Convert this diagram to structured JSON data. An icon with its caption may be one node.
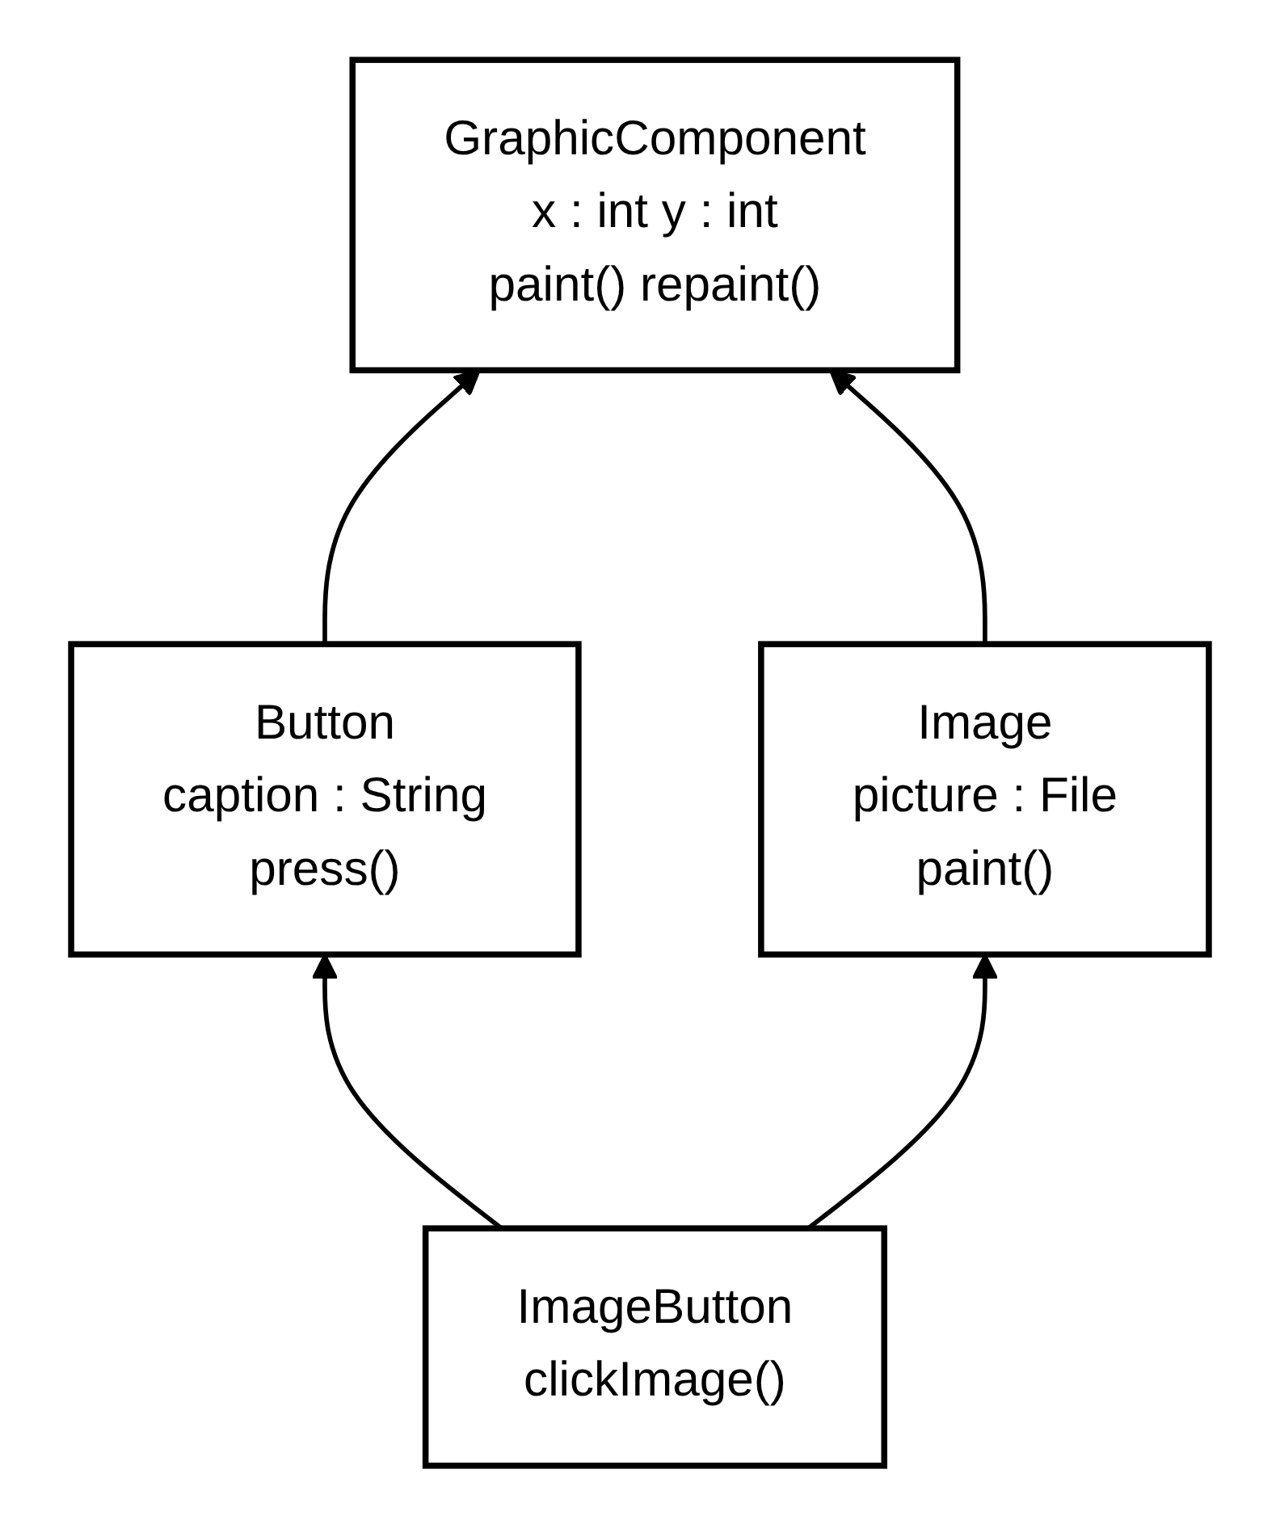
{
  "diagram": {
    "nodes": [
      {
        "text": [
          "GraphicComponent",
          "x : int y : int",
          "paint() repaint()"
        ]
      },
      {
        "text": [
          "Button",
          "caption : String",
          "press()"
        ]
      },
      {
        "text": [
          "Image",
          "picture : File",
          "paint()"
        ]
      },
      {
        "text": [
          "ImageButton",
          "clickImage()"
        ]
      }
    ],
    "edges": [
      {
        "from": 1,
        "to": 0,
        "arrow": "to"
      },
      {
        "from": 2,
        "to": 0,
        "arrow": "to"
      },
      {
        "from": 3,
        "to": 1,
        "arrow": "to"
      },
      {
        "from": 3,
        "to": 2,
        "arrow": "to"
      }
    ]
  }
}
